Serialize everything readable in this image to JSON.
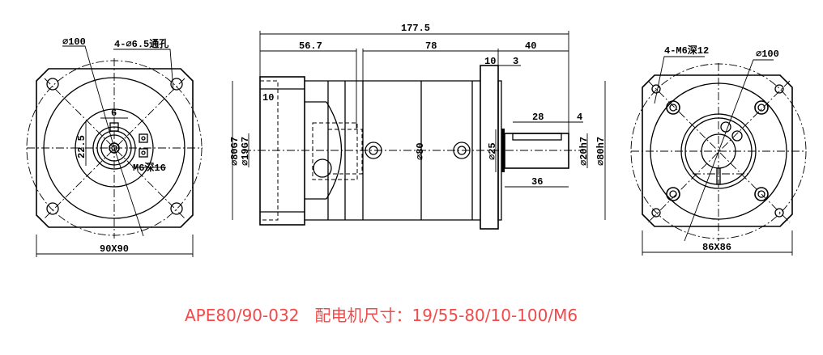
{
  "caption": "APE80/90-032   配电机尺寸：19/55-80/10-100/M6",
  "colors": {
    "caption": "#f24a4a",
    "lines": "#000000"
  },
  "input_view": {
    "pcd": "⌀100",
    "mount_holes": "4-⌀6.5通孔",
    "key_width": "6",
    "key_height": "22.5",
    "screw": "M6深16",
    "size": "90X90"
  },
  "side_view": {
    "overall": "177.5",
    "input_len": "56.7",
    "body_len": "78",
    "output_len": "40",
    "flange_thk": "10",
    "step": "3",
    "input_depth": "10",
    "key_len": "28",
    "key_offset": "4",
    "shaft_len": "36",
    "input_pilot": "⌀80G7",
    "input_bore": "⌀19G7",
    "body_dia": "⌀80",
    "shoulder_dia": "⌀25",
    "shaft_dia": "⌀20h7",
    "output_pilot": "⌀80h7"
  },
  "output_view": {
    "tapped_holes": "4-M6深12",
    "pcd": "⌀100",
    "size": "86X86"
  }
}
